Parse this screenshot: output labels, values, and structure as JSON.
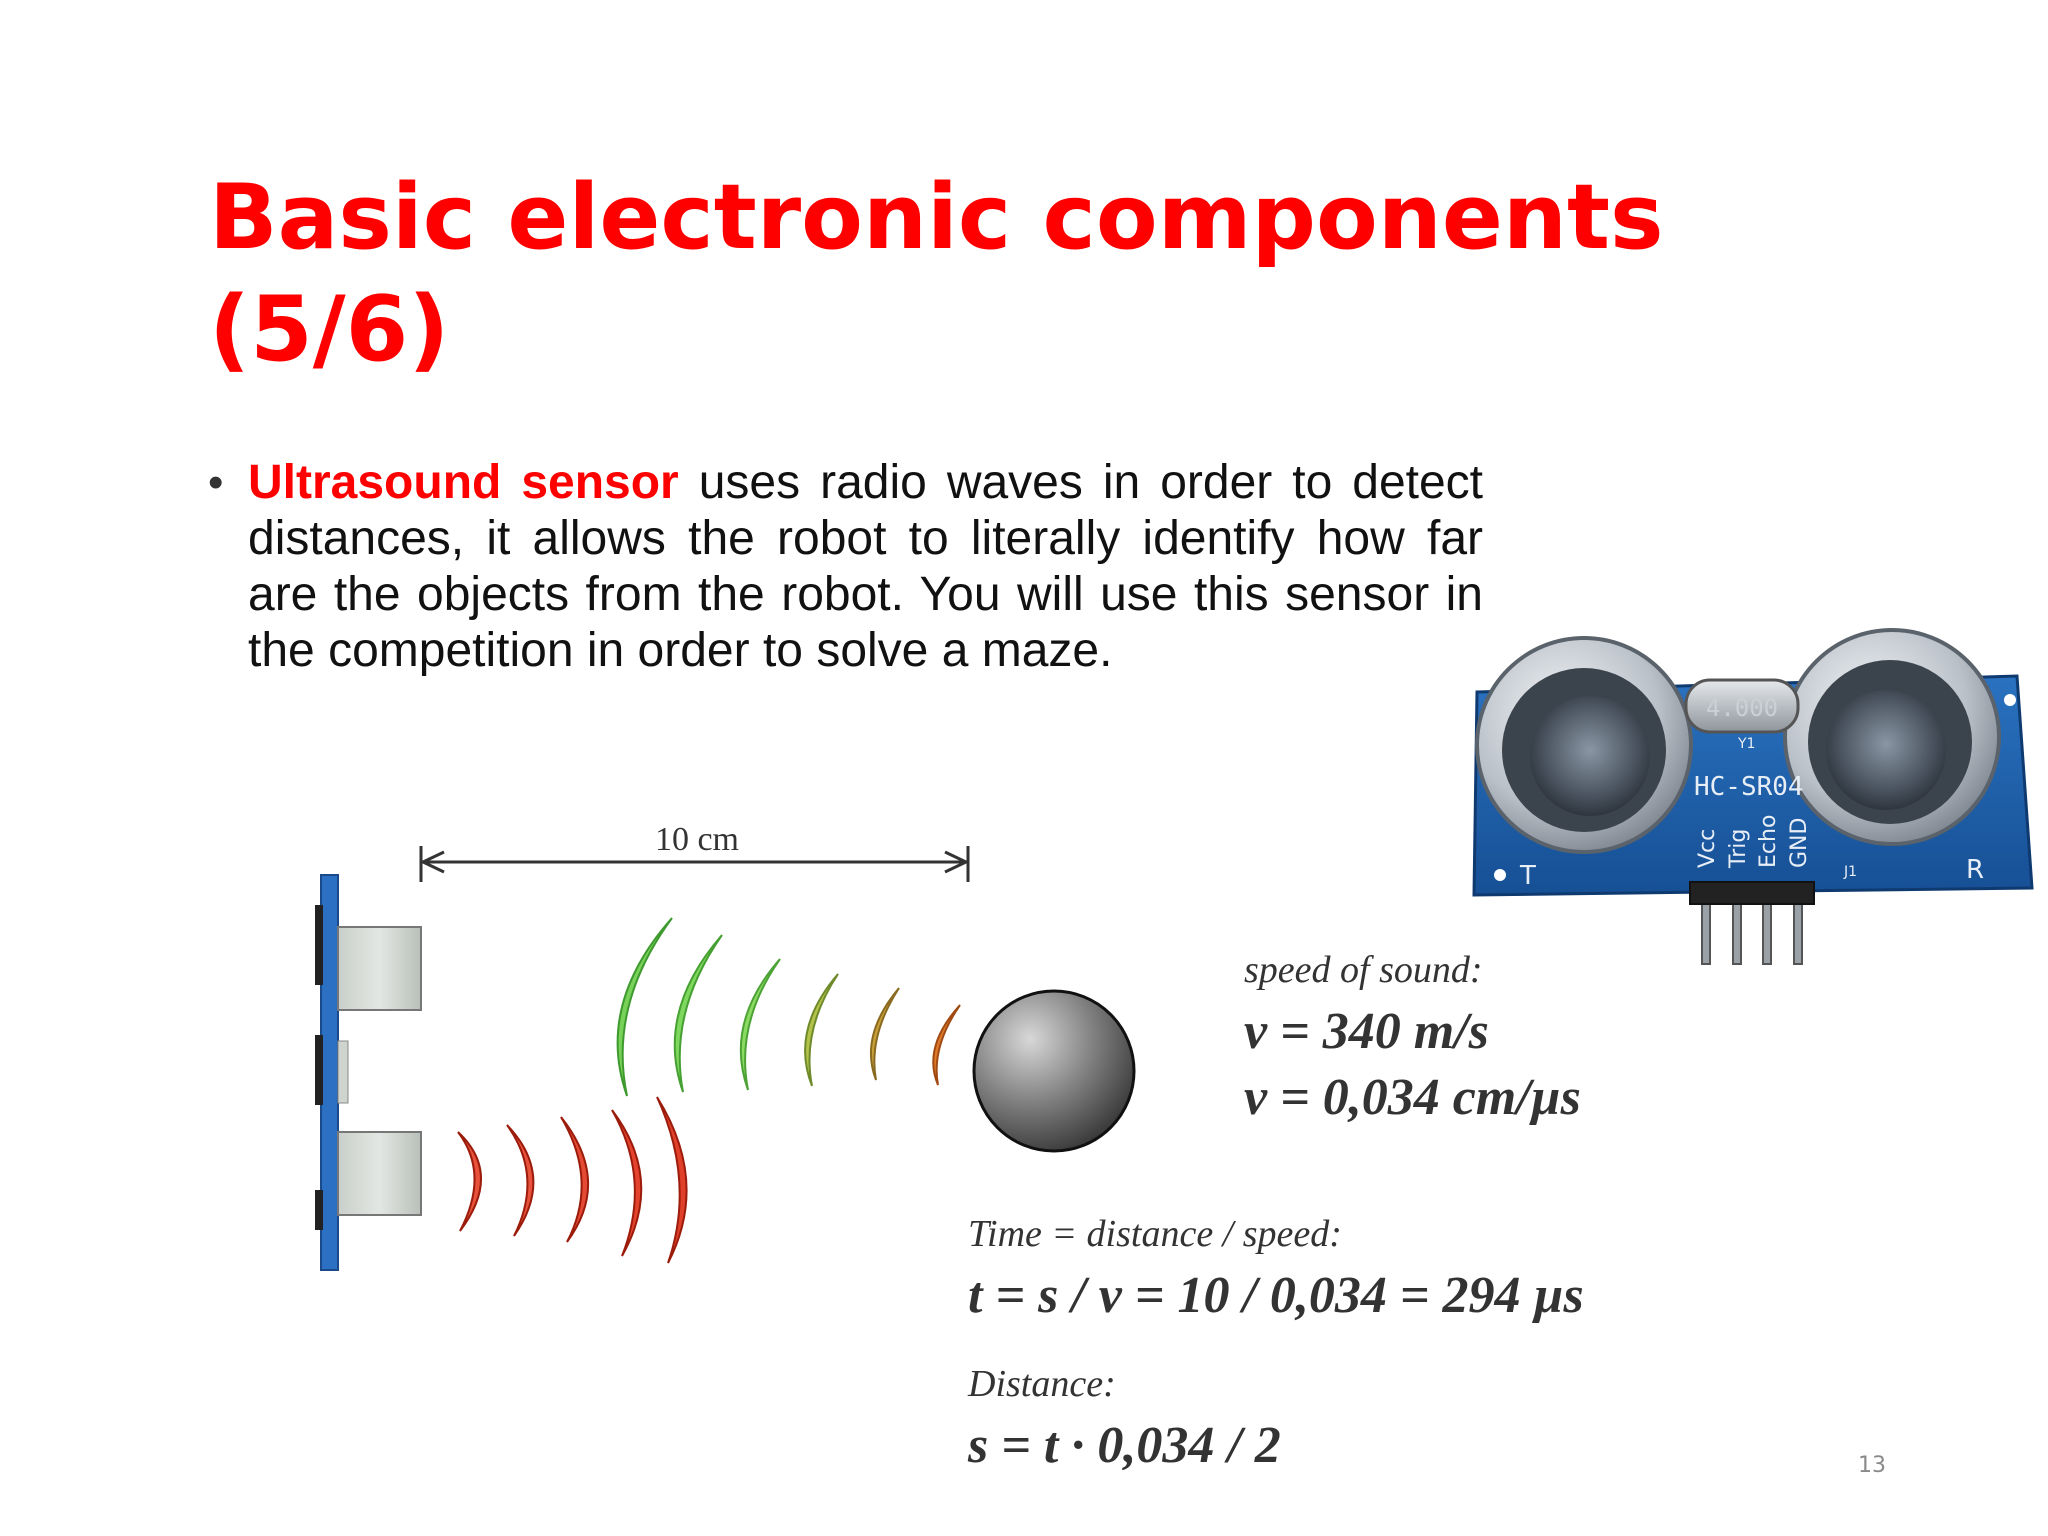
{
  "slide": {
    "title": "Basic electronic components (5/6)",
    "bullet": {
      "keyword": "Ultrasound sensor",
      "text": " uses radio waves in order to detect distances, it allows the robot to literally identify how far are the objects from the robot. You will use this sensor in the competition in order to solve a maze."
    },
    "page_number": "13"
  },
  "diagram": {
    "distance_label": "10 cm"
  },
  "module_photo": {
    "model": "HC-SR04",
    "pins": [
      "Vcc",
      "Trig",
      "Echo",
      "GND"
    ],
    "side_left": "T",
    "side_right": "R",
    "crystal_label": "4.000",
    "y1_label": "Y1",
    "j1_label": "J1"
  },
  "formulas": {
    "speed_label": "speed of sound:",
    "speed_eq1": "v = 340 m/s",
    "speed_eq2": "v = 0,034 cm/µs",
    "time_label": "Time = distance / speed:",
    "time_eq": "t = s / v = 10 / 0,034 = 294 µs",
    "distance_label": "Distance:",
    "distance_eq": "s = t · 0,034 / 2"
  },
  "colors": {
    "title": "#ff0000",
    "keyword": "#ff0000",
    "board_blue": "#1f5fa8"
  }
}
